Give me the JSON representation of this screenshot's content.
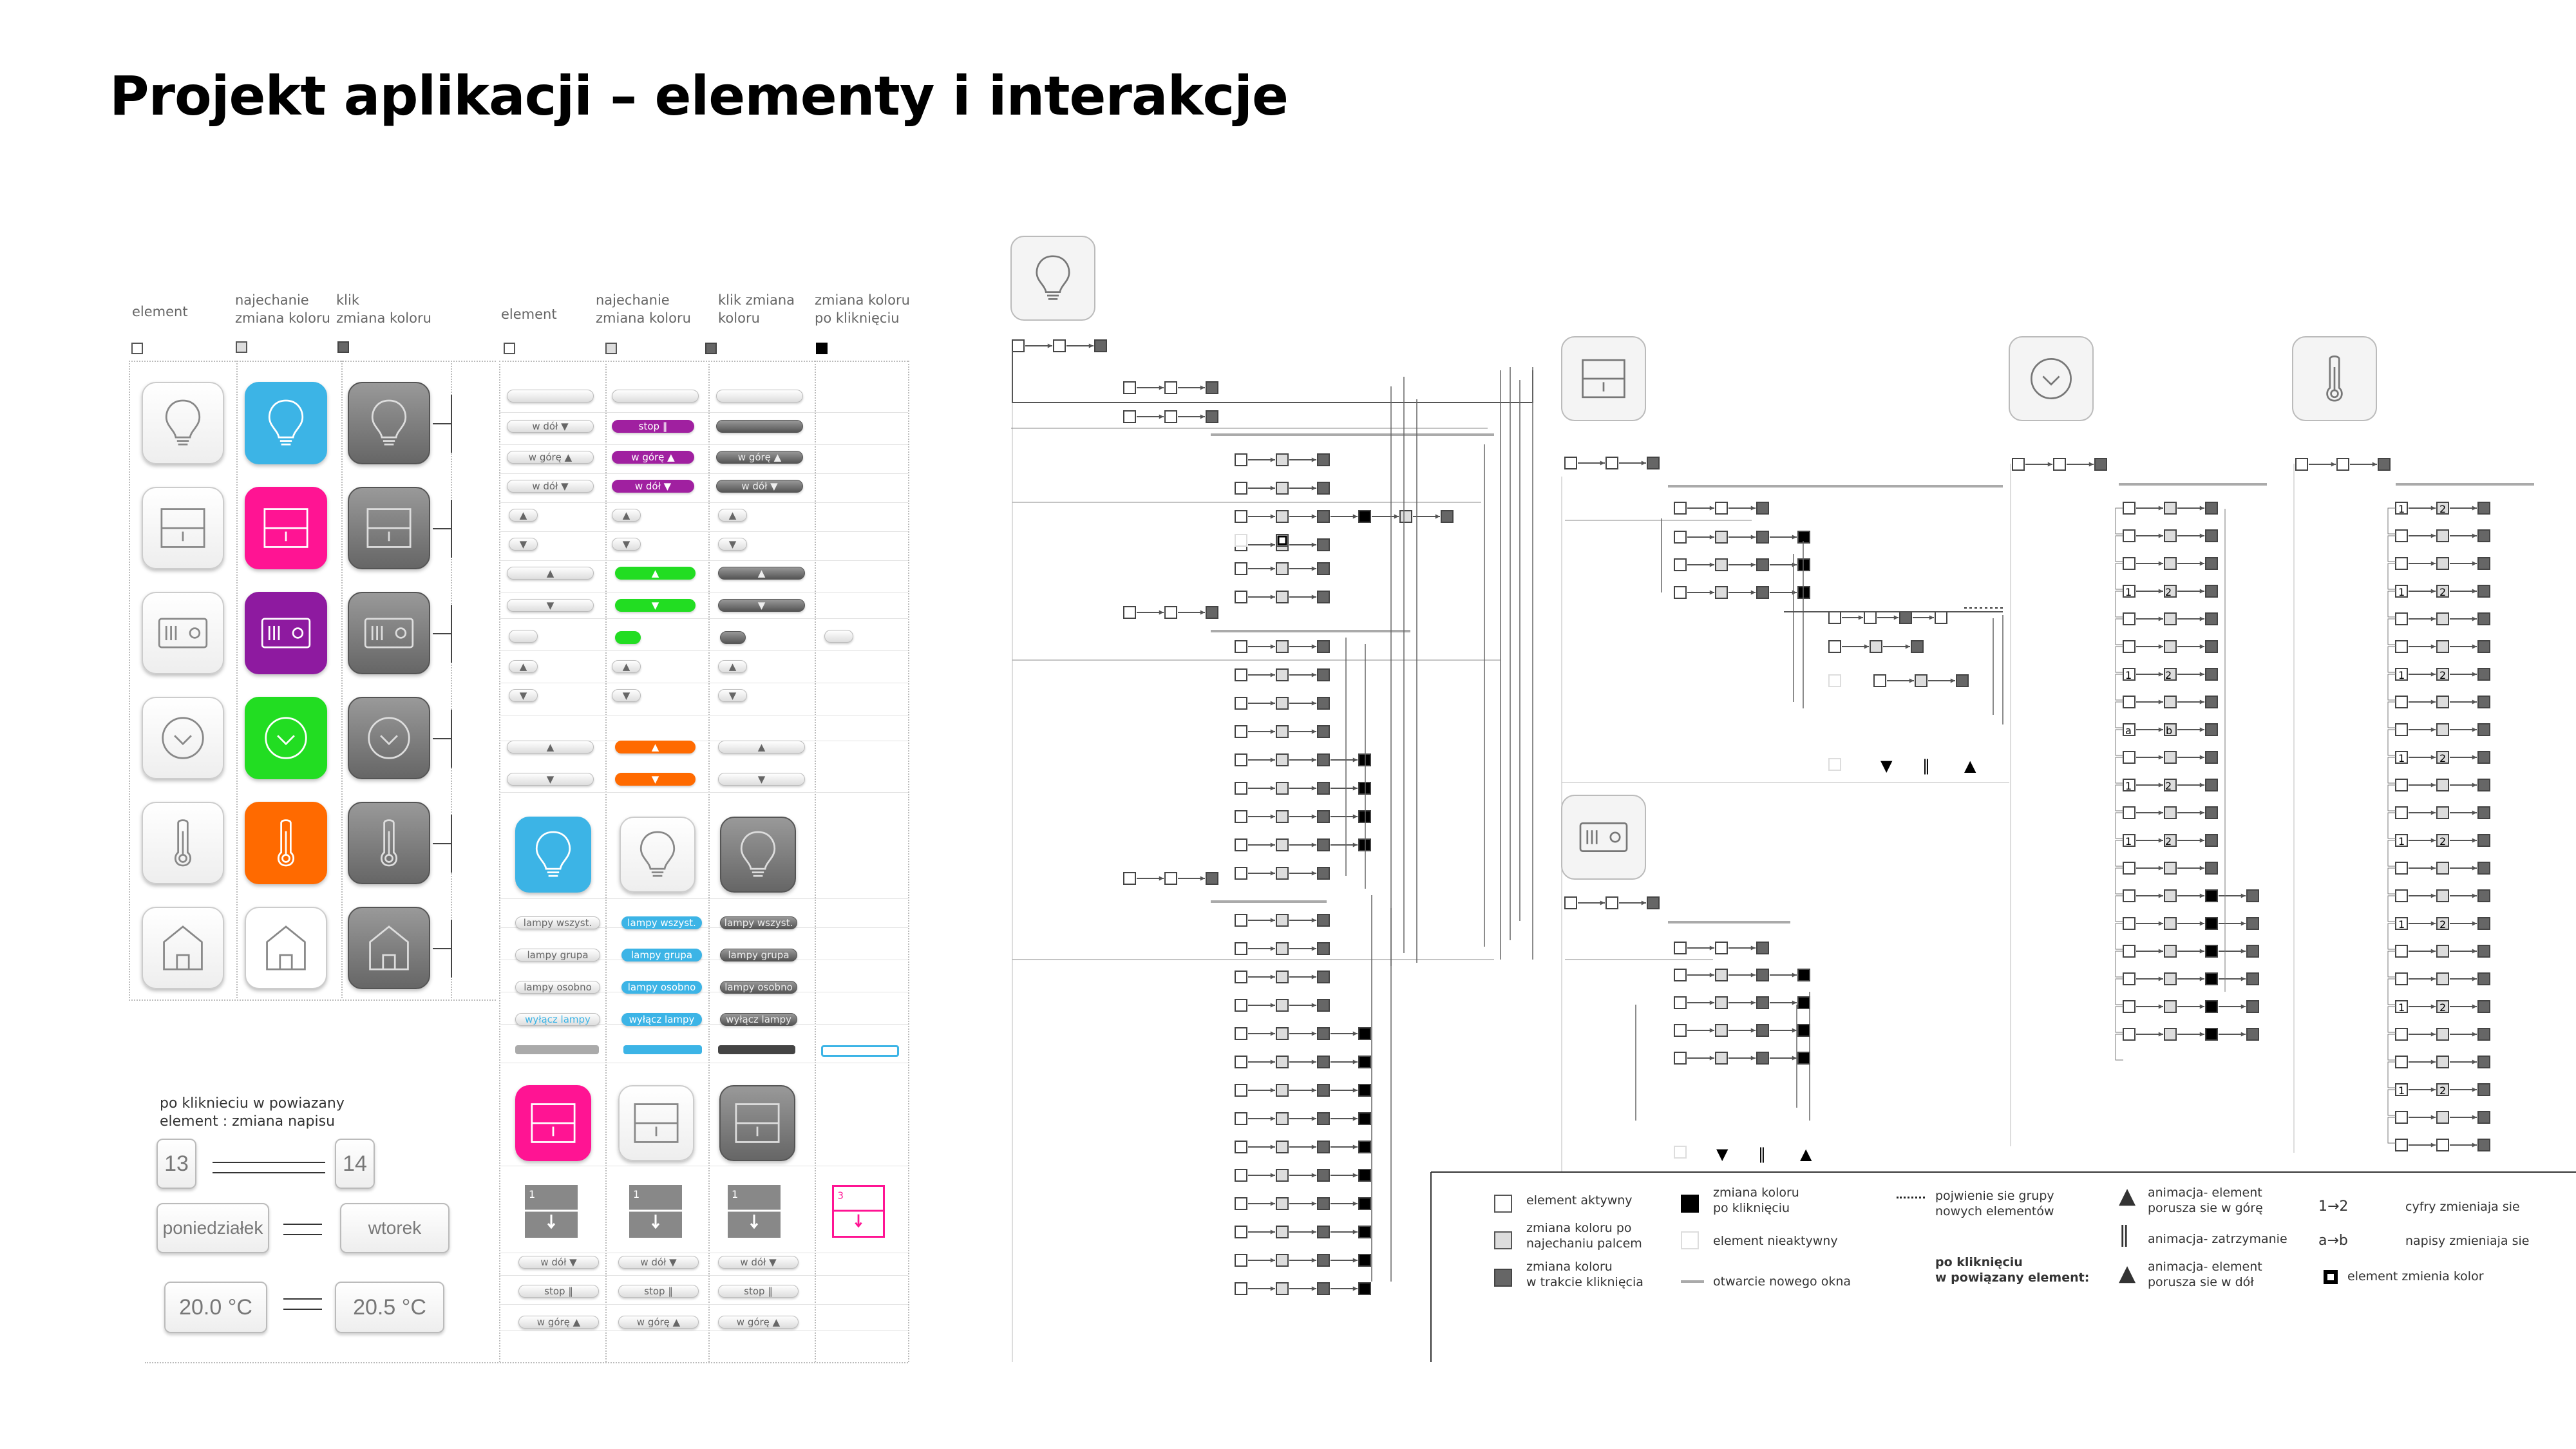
{
  "title": "Projekt aplikacji – elementy i interakcje",
  "left_table": {
    "headers": [
      "element",
      "najechanie\nzmiana koloru",
      "klik\nzmiana koloru"
    ],
    "rows": [
      "bulb",
      "panel",
      "radiator",
      "clock",
      "thermometer",
      "house"
    ],
    "hover_colors": [
      "#3cb4e6",
      "#ff1493",
      "#8e1aa0",
      "#22dd22",
      "#ff6a00",
      "#ffffff"
    ]
  },
  "mid_table": {
    "headers": [
      "element",
      "najechanie\nzmiana koloru",
      "klik zmiana\nkoloru",
      "zmiana koloru\npo kliknięciu"
    ],
    "pill_labels": {
      "down": "w dół",
      "stop": "stop",
      "up": "w górę"
    },
    "lamp_labels": [
      "lampy wszyst.",
      "lampy grupa",
      "lampy osobno",
      "wyłącz lampy"
    ],
    "accent_colors": {
      "purple": "#a020a0",
      "green": "#22dd22",
      "orange": "#ff6a00",
      "blue": "#3cb4e6",
      "pink": "#ff1493"
    },
    "numbers": [
      "1",
      "3"
    ]
  },
  "text_change": {
    "caption": "po kliknieciu w  powiazany\nelement : zmiana napisu",
    "pairs": [
      [
        "13",
        "14"
      ],
      [
        "poniedziałek",
        "wtorek"
      ],
      [
        "20.0 °C",
        "20.5 °C"
      ]
    ]
  },
  "flow_panels": [
    "bulb-icon",
    "panel-icon",
    "radiator-icon",
    "clock-icon",
    "thermometer-icon"
  ],
  "flow_digits": {
    "a": "1",
    "b": "2",
    "la": "a",
    "lb": "b"
  },
  "legend": {
    "active": "element aktywny",
    "hover": "zmiana koloru po\nnajechaniu palcem",
    "clicking": "zmiana koloru\nw trakcie kliknięcia",
    "after_click": "zmiana koloru\npo kliknięciu",
    "inactive": "element nieaktywny",
    "new_window": "otwarcie nowego okna",
    "new_group": "pojwienie sie grupy\nnowych elementów",
    "linked_title": "po kliknięciu\nw powiązany element:",
    "anim_up": "animacja- element\nporusza sie w górę",
    "anim_stop": "animacja- zatrzymanie",
    "anim_down": "animacja- element\nporusza sie w dół",
    "digits_change": "cyfry zmieniaja sie",
    "labels_change": "napisy zmieniaja sie",
    "color_change": "element zmienia kolor"
  }
}
